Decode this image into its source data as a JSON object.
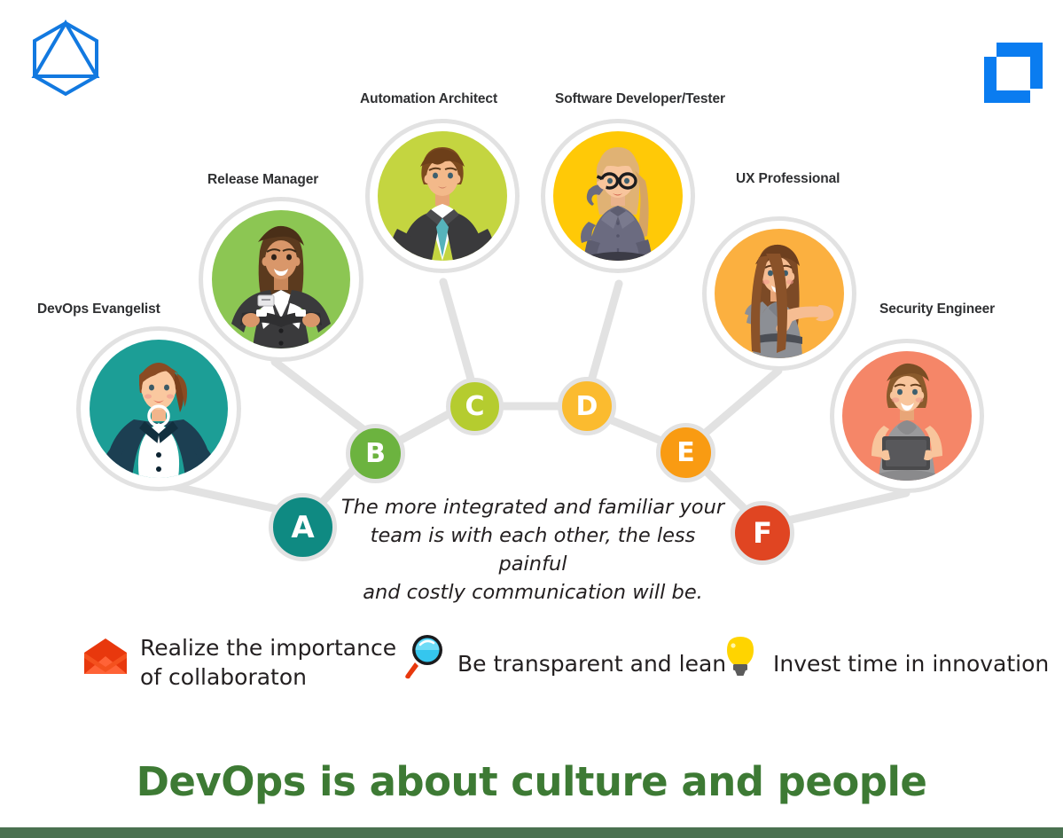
{
  "brand": {
    "logo_left": "hexagon-triangle-logo",
    "logo_right": "overlapping-squares-logo",
    "logo_color": "#0a7cf0"
  },
  "headline": {
    "text": "DevOps is about culture and people",
    "color": "#3d7a34"
  },
  "bottom_bar_color": "#4a7150",
  "quote": {
    "line1": "The more integrated and familiar your",
    "line2": "team is with each other, the less painful",
    "line3": "and costly communication will be."
  },
  "roles": [
    {
      "id": "devops-evangelist",
      "label": "DevOps Evangelist",
      "node_letter": "A",
      "bubble_color": "#1c9e96",
      "node_color": "#0f8a82",
      "avatar": "woman-navy-blazer-hands-on-hips"
    },
    {
      "id": "release-manager",
      "label": "Release Manager",
      "node_letter": "B",
      "bubble_color": "#8cc653",
      "node_color": "#6cb33f",
      "avatar": "woman-arms-crossed-badge"
    },
    {
      "id": "automation-architect",
      "label": "Automation Architect",
      "node_letter": "C",
      "bubble_color": "#c4d540",
      "node_color": "#b5cc2f",
      "avatar": "man-suit-teal-tie"
    },
    {
      "id": "software-developer-tester",
      "label": "Software Developer/Tester",
      "node_letter": "D",
      "bubble_color": "#ffc907",
      "node_color": "#fbba2f",
      "avatar": "woman-glasses-gray-shirt"
    },
    {
      "id": "ux-professional",
      "label": "UX Professional",
      "node_letter": "E",
      "bubble_color": "#fbb040",
      "node_color": "#f99b12",
      "avatar": "woman-long-hair-pointing"
    },
    {
      "id": "security-engineer",
      "label": "Security Engineer",
      "node_letter": "F",
      "bubble_color": "#f58668",
      "node_color": "#e04522",
      "avatar": "woman-holding-tablet"
    }
  ],
  "tips": [
    {
      "id": "collaboration",
      "icon": "envelope-icon",
      "line1": "Realize the importance",
      "line2": "of collaboraton"
    },
    {
      "id": "transparency",
      "icon": "magnifier-icon",
      "line1": "Be transparent and lean",
      "line2": ""
    },
    {
      "id": "innovation",
      "icon": "lightbulb-icon",
      "line1": "Invest time in innovation",
      "line2": ""
    }
  ]
}
